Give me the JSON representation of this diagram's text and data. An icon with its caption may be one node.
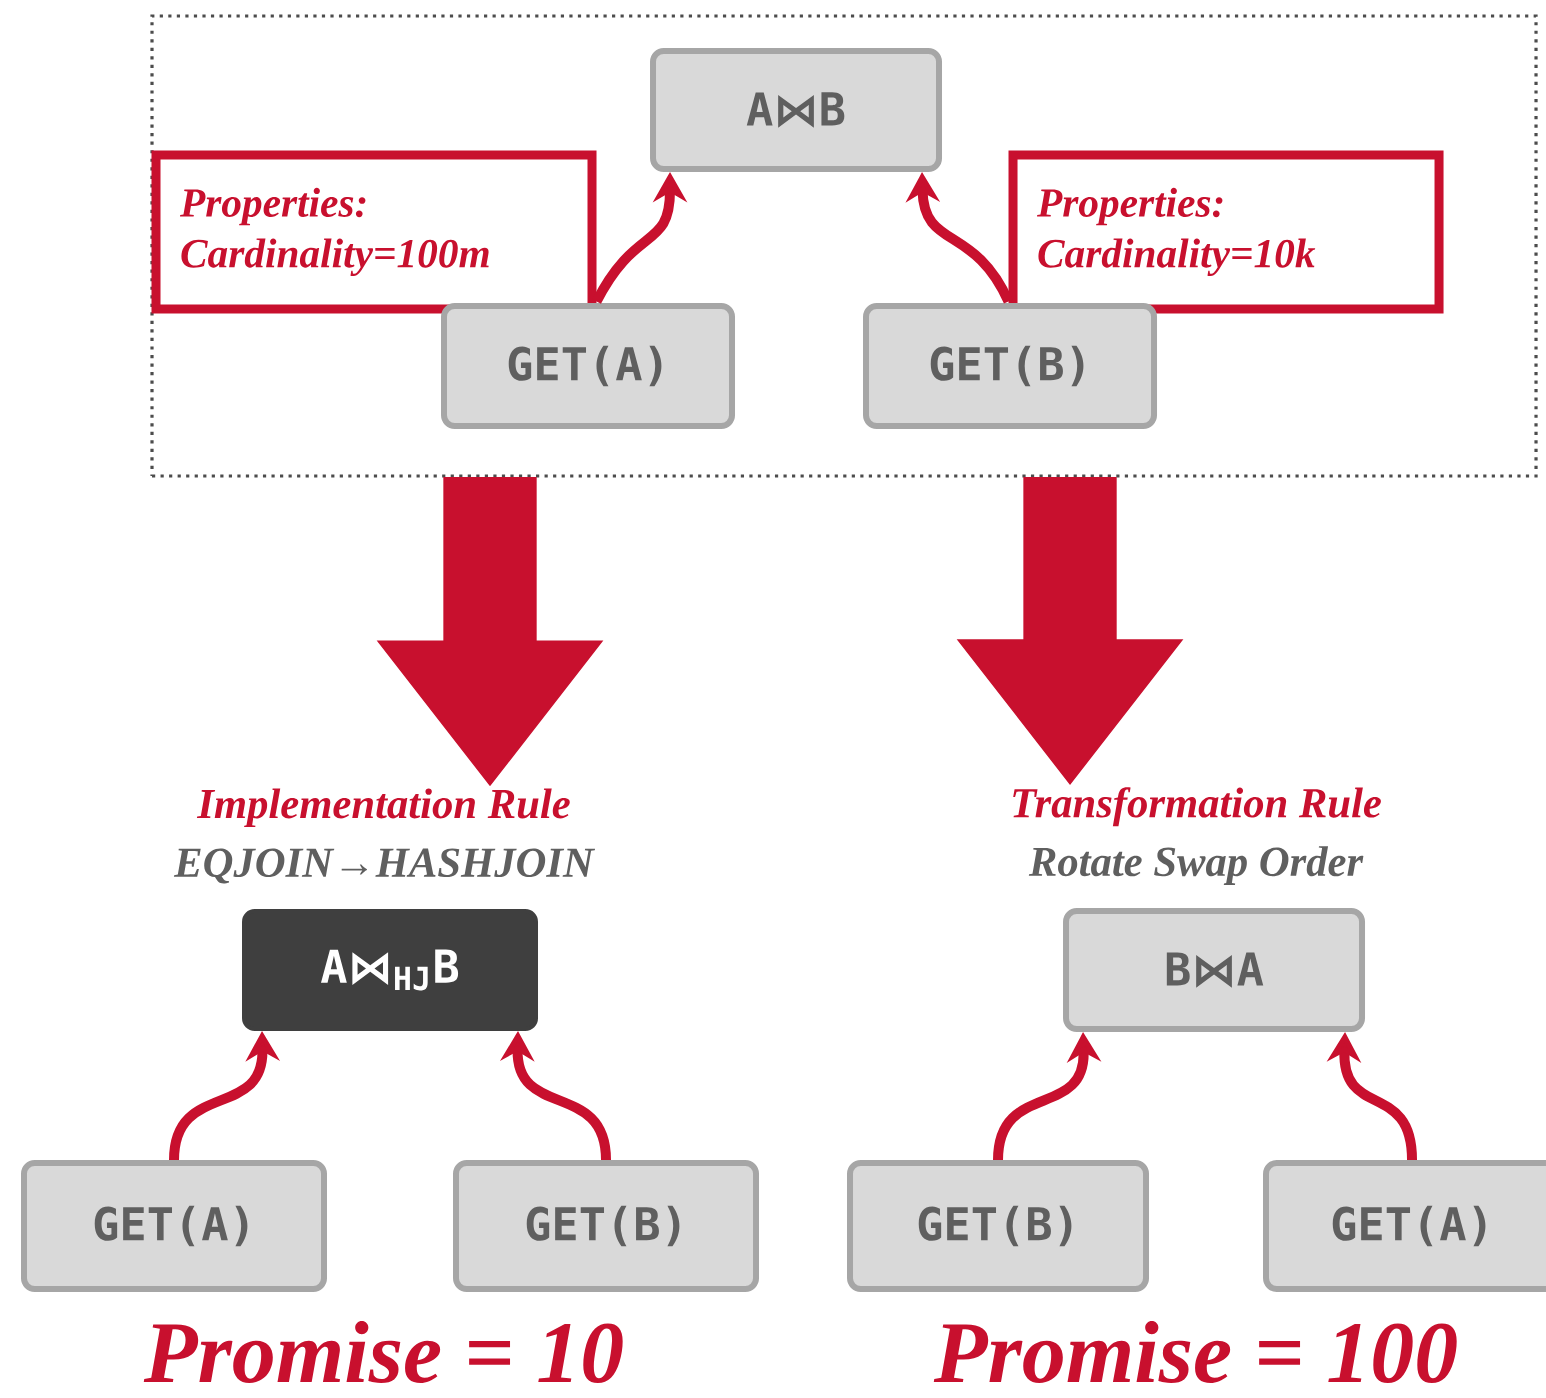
{
  "diagram": {
    "nodes": [
      {
        "text": [],
        "shape": "box"
      },
      {
        "text": [
          "A⋈B"
        ],
        "in": 0
      },
      {
        "text": [
          "Properties:",
          "Cardinality=100m"
        ],
        "in": 0
      },
      {
        "text": [
          "Properties:",
          "Cardinality=10k"
        ],
        "in": 0
      },
      {
        "text": [
          "GET(A)"
        ],
        "in": 0
      },
      {
        "text": [
          "GET(B)"
        ],
        "in": 0
      },
      {
        "text": [
          "Implementation Rule",
          "EQJOIN→HASHJOIN"
        ]
      },
      {
        "text": [
          "A⋈$_{HJ}$B"
        ]
      },
      {
        "text": [
          "GET(A)"
        ]
      },
      {
        "text": [
          "GET(B)"
        ]
      },
      {
        "text": [
          "Transformation Rule",
          "Rotate Swap Order"
        ]
      },
      {
        "text": [
          "B⋈A"
        ]
      },
      {
        "text": [
          "GET(B)"
        ]
      },
      {
        "text": [
          "GET(A)"
        ]
      }
    ],
    "edges": [
      {
        "from": 2,
        "to": 1,
        "arrow": "to"
      },
      {
        "from": 3,
        "to": 1,
        "arrow": "to"
      },
      {
        "from": 0,
        "to": 6,
        "arrow": "to",
        "style": "thick"
      },
      {
        "from": 0,
        "to": 10,
        "arrow": "to",
        "style": "thick"
      },
      {
        "from": 8,
        "to": 7,
        "arrow": "to"
      },
      {
        "from": 9,
        "to": 7,
        "arrow": "to"
      },
      {
        "from": 12,
        "to": 11,
        "arrow": "to"
      },
      {
        "from": 13,
        "to": 11,
        "arrow": "to"
      }
    ],
    "labels": [
      "Promise = 10",
      "Promise = 100"
    ]
  }
}
